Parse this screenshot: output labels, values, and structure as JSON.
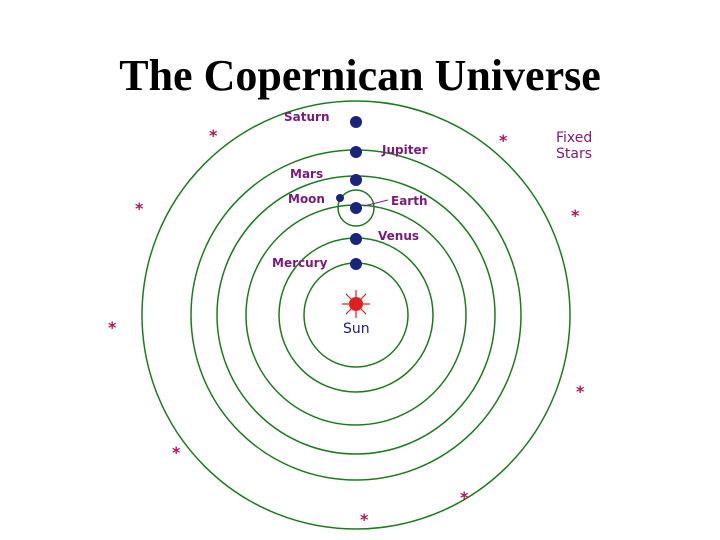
{
  "title": "The Copernican Universe",
  "colors": {
    "orbit": "#1e7a1e",
    "planet": "#1a237e",
    "sun": "#e02020",
    "label": "#7a1a7a",
    "star": "#b0145a"
  },
  "labels": {
    "saturn": "Saturn",
    "jupiter": "Jupiter",
    "mars": "Mars",
    "moon": "Moon",
    "earth": "Earth",
    "venus": "Venus",
    "mercury": "Mercury",
    "sun": "Sun",
    "fixed_stars_line1": "Fixed",
    "fixed_stars_line2": "Stars"
  },
  "stars": [
    "*",
    "*",
    "*",
    "*",
    "*",
    "*",
    "*",
    "*",
    "*"
  ]
}
